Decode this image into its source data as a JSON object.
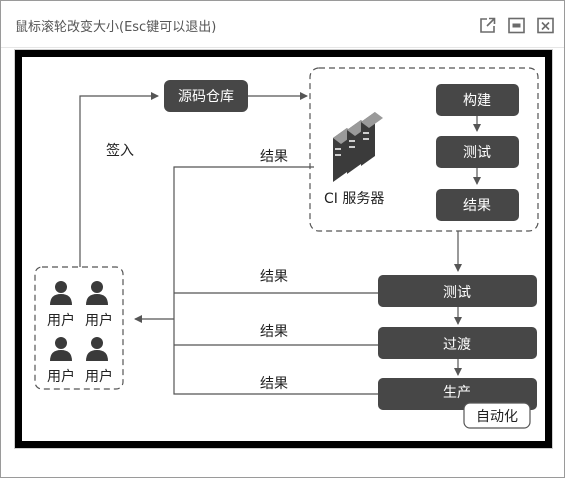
{
  "window": {
    "title": "鼠标滚轮改变大小(Esc键可以退出)"
  },
  "titlebar_icons": [
    "external-link-icon",
    "minimize-icon",
    "close-icon"
  ],
  "diagram": {
    "repo": "源码仓库",
    "checkin": "签入",
    "ci_server": "CI 服务器",
    "ci_steps": [
      "构建",
      "测试",
      "结果"
    ],
    "result_label": "结果",
    "results": [
      "结果",
      "结果",
      "结果",
      "结果"
    ],
    "pipeline": [
      "测试",
      "过渡",
      "生产"
    ],
    "automation_badge": "自动化",
    "user_label": "用户",
    "users": [
      "用户",
      "用户",
      "用户",
      "用户"
    ]
  },
  "colors": {
    "box_fill": "#474747",
    "box_text": "#ffffff",
    "line": "#555555",
    "frame": "#000000"
  }
}
